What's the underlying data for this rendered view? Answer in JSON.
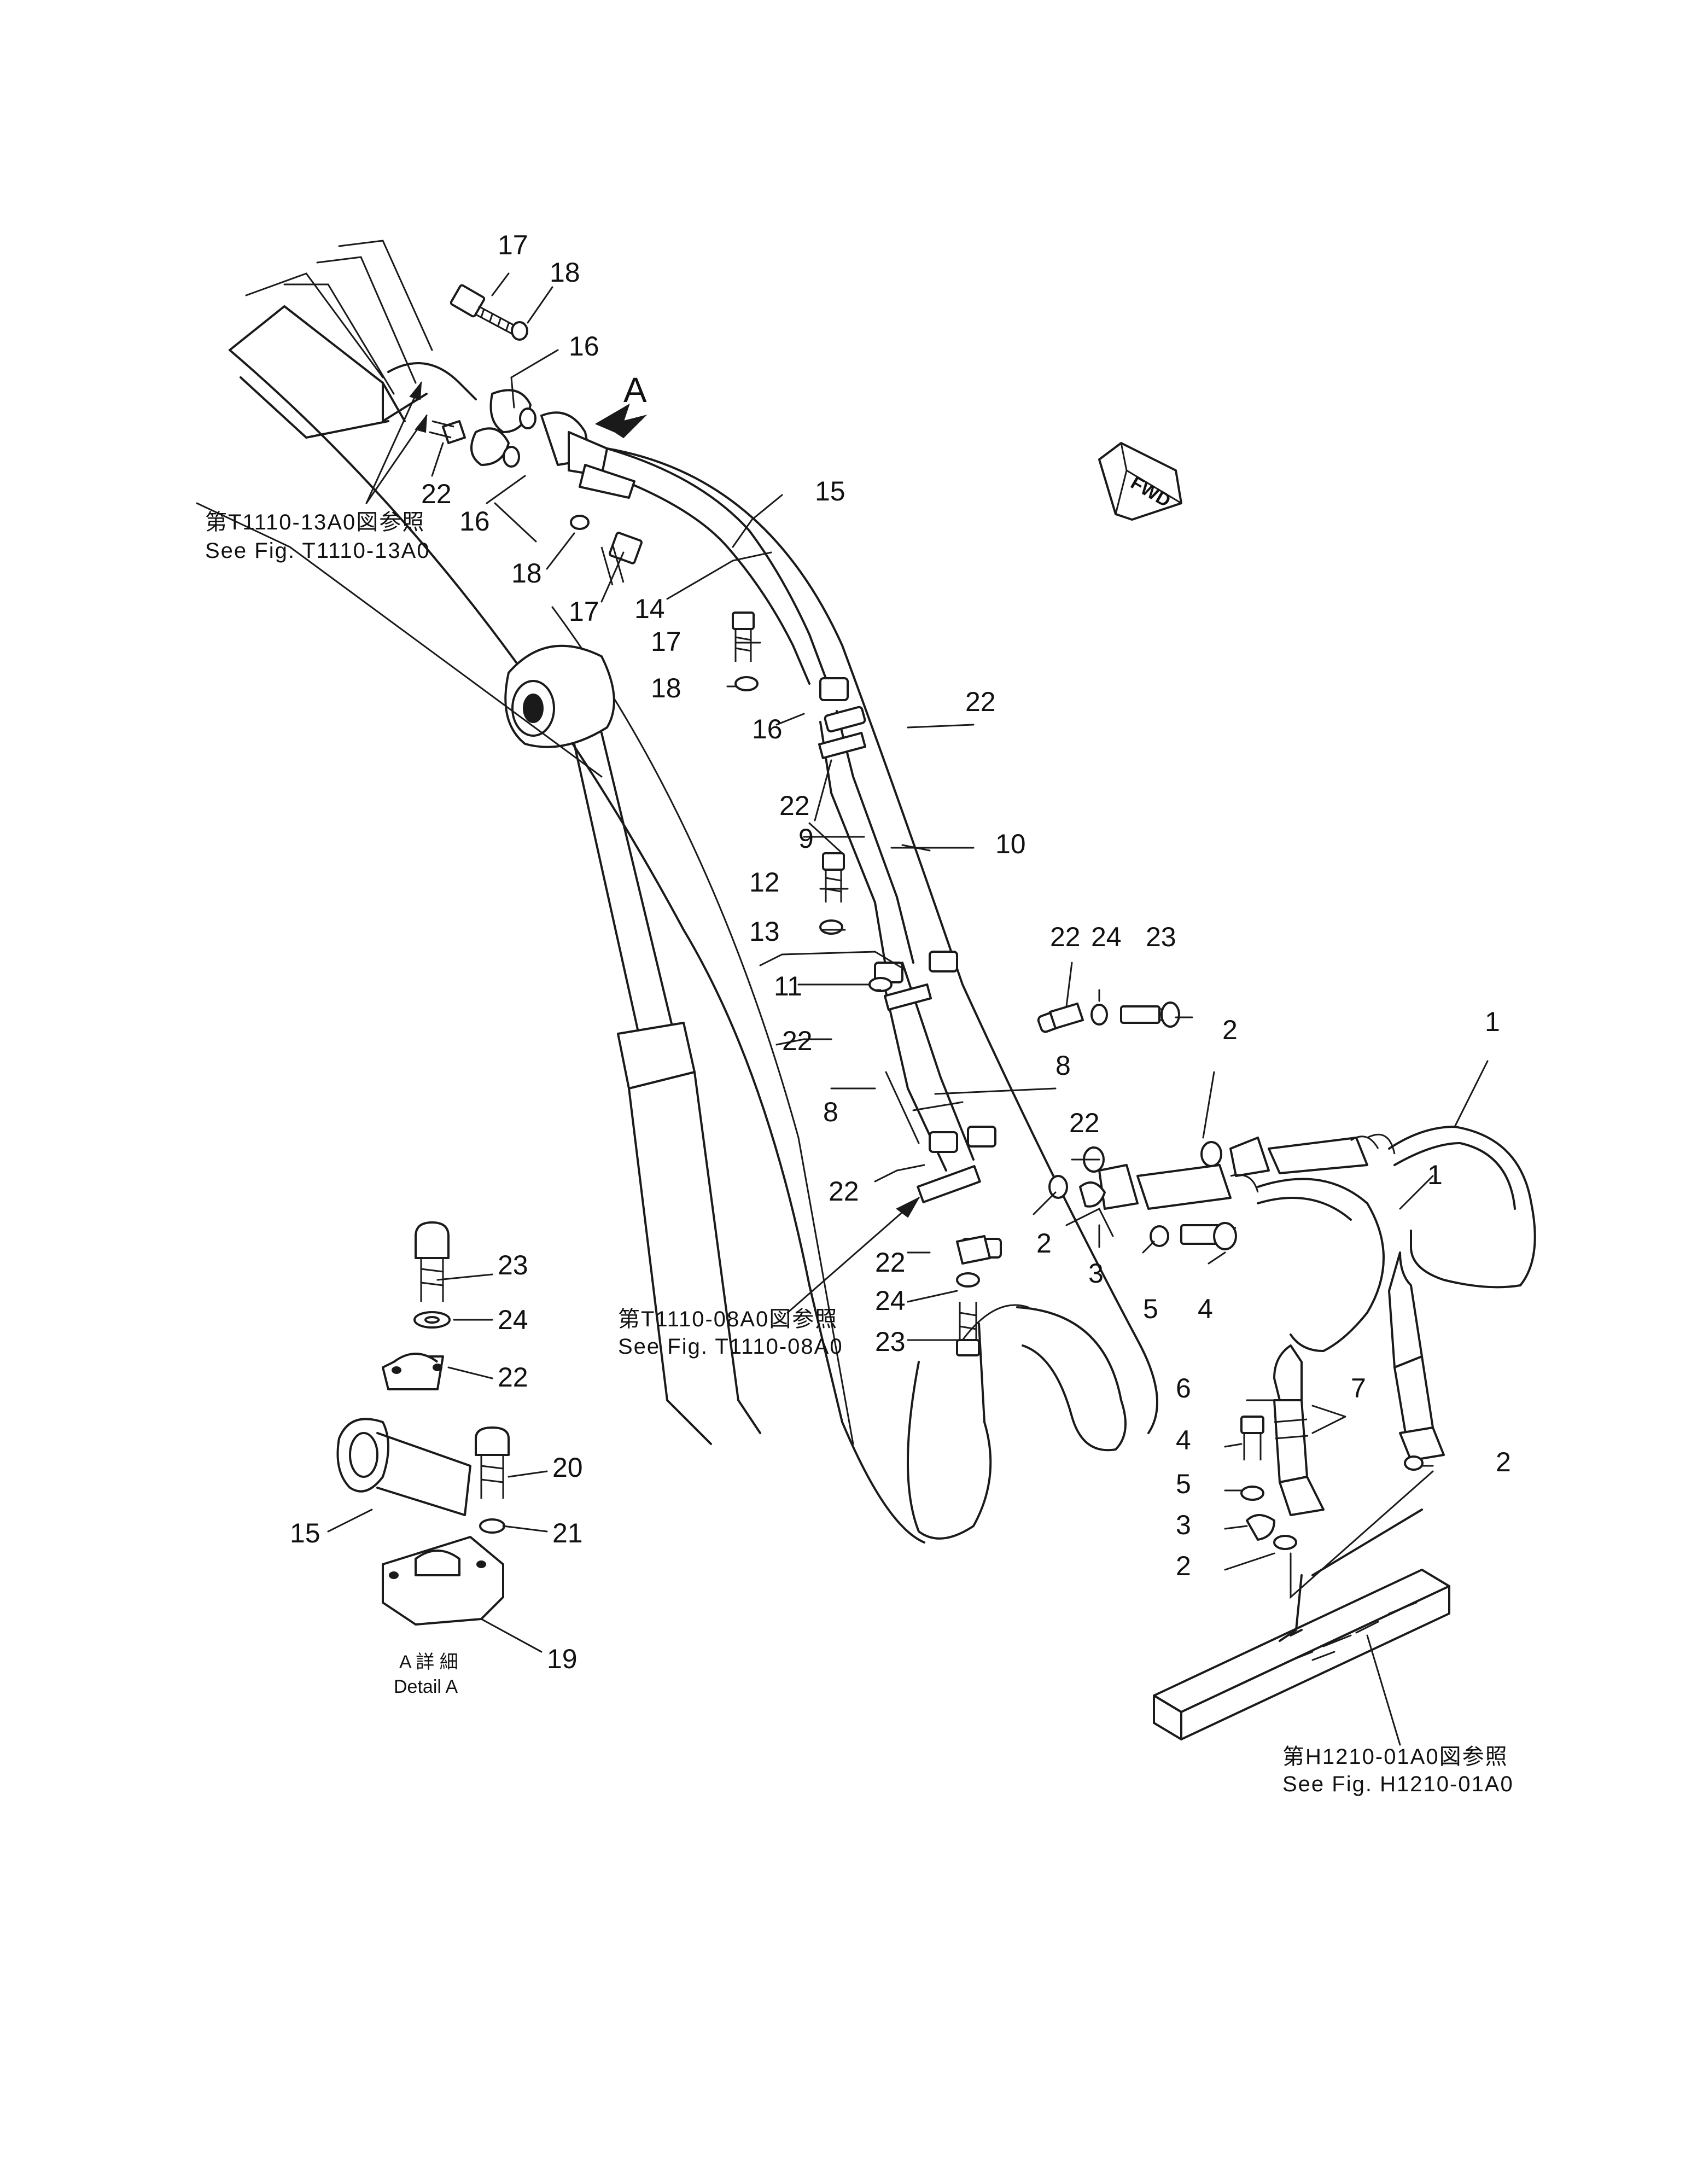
{
  "callouts": [
    "1",
    "2",
    "3",
    "4",
    "5",
    "6",
    "7",
    "8",
    "9",
    "10",
    "11",
    "12",
    "13",
    "14",
    "15",
    "16",
    "17",
    "18",
    "19",
    "20",
    "21",
    "22",
    "23",
    "24"
  ],
  "section_marker": "A",
  "direction_label": "FWD",
  "references": {
    "t1110_13a0": {
      "jp": "第T1110-13A0図参照",
      "en": "See  Fig.  T1110-13A0"
    },
    "t1110_08a0": {
      "jp": "第T1110-08A0図参照",
      "en": "See  Fig.  T1110-08A0"
    },
    "h1210_01a0": {
      "jp": "第H1210-01A0図参照",
      "en": "See  Fig.  H1210-01A0"
    }
  },
  "detail": {
    "jp": "A 詳 細",
    "en": "Detail A"
  }
}
